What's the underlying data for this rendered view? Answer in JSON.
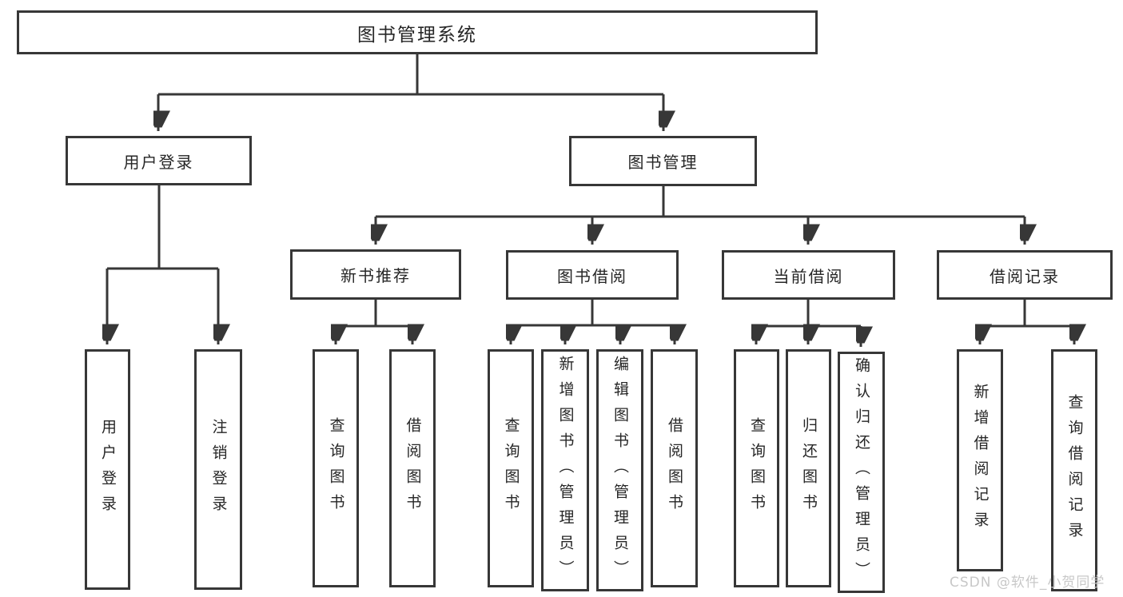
{
  "diagram": {
    "title": "图书管理系统",
    "type": "hierarchy-tree",
    "colors": {
      "line": "#373737",
      "box_border": "#373737",
      "box_fill": "#ffffff",
      "text": "#262626",
      "background": "#ffffff",
      "watermark_text_color": "#c8c8c8"
    }
  },
  "nodes": {
    "root": "图书管理系统",
    "login": {
      "label": "用户登录",
      "children": [
        "用户登录",
        "注销登录"
      ]
    },
    "management": {
      "label": "图书管理"
    },
    "recommend": {
      "label": "新书推荐",
      "children": [
        "查询图书",
        "借阅图书"
      ]
    },
    "borrowing": {
      "label": "图书借阅",
      "children": [
        "查询图书",
        "新增图书（管理员）",
        "编辑图书（管理员）",
        "借阅图书"
      ]
    },
    "current": {
      "label": "当前借阅",
      "children": [
        "查询图书",
        "归还图书",
        "确认归还（管理员）"
      ]
    },
    "records": {
      "label": "借阅记录",
      "children": [
        "新增借阅记录",
        "查询借阅记录"
      ]
    }
  },
  "watermark": "CSDN @软件_小贺同学"
}
